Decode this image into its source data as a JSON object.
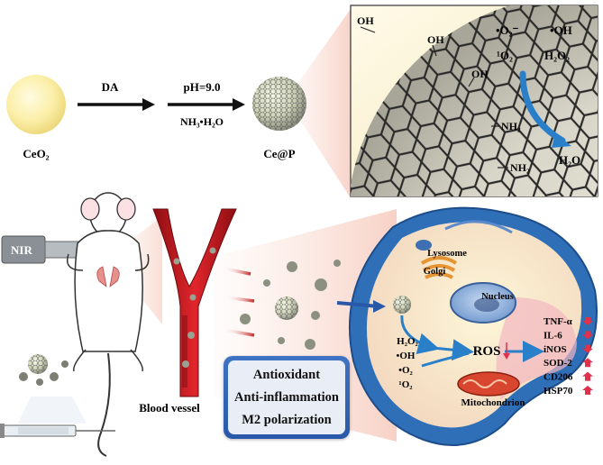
{
  "labels": {
    "ceo2": "CeO₂",
    "da": "DA",
    "ph": "pH=9.0",
    "nh3": "NH₃•H₂O",
    "cep": "Ce@P",
    "oh": "OH",
    "nh2": "NH₂",
    "superoxide": "•O₂⁻",
    "hydroxyl": "•OH",
    "singlet": "¹O₂",
    "h2o2": "H₂O₂",
    "h2o": "H₂O",
    "nir": "NIR",
    "blood_vessel": "Blood vessel",
    "lysosome": "Lysosome",
    "golgi": "Golgi",
    "nucleus": "Nucleus",
    "mitochondrion": "Mitochondrion",
    "ros": "ROS",
    "ros_h2o2": "H₂O₂",
    "ros_oh": "•OH",
    "ros_o2": "•O₂",
    "ros_1o2": "¹O₂"
  },
  "markers": [
    {
      "label": "TNF-α",
      "direction": "down"
    },
    {
      "label": "IL-6",
      "direction": "down"
    },
    {
      "label": "iNOS",
      "direction": "down"
    },
    {
      "label": "SOD-2",
      "direction": "up"
    },
    {
      "label": "CD206",
      "direction": "up"
    },
    {
      "label": "HSP70",
      "direction": "up"
    }
  ],
  "effects": [
    "Antioxidant",
    "Anti-inflammation",
    "M2 polarization"
  ],
  "colors": {
    "vessel": "#c4161c",
    "cell_membrane": "#2e6fb8",
    "arrow": "#2a7fc9",
    "up_arrow": "#e0314a"
  }
}
